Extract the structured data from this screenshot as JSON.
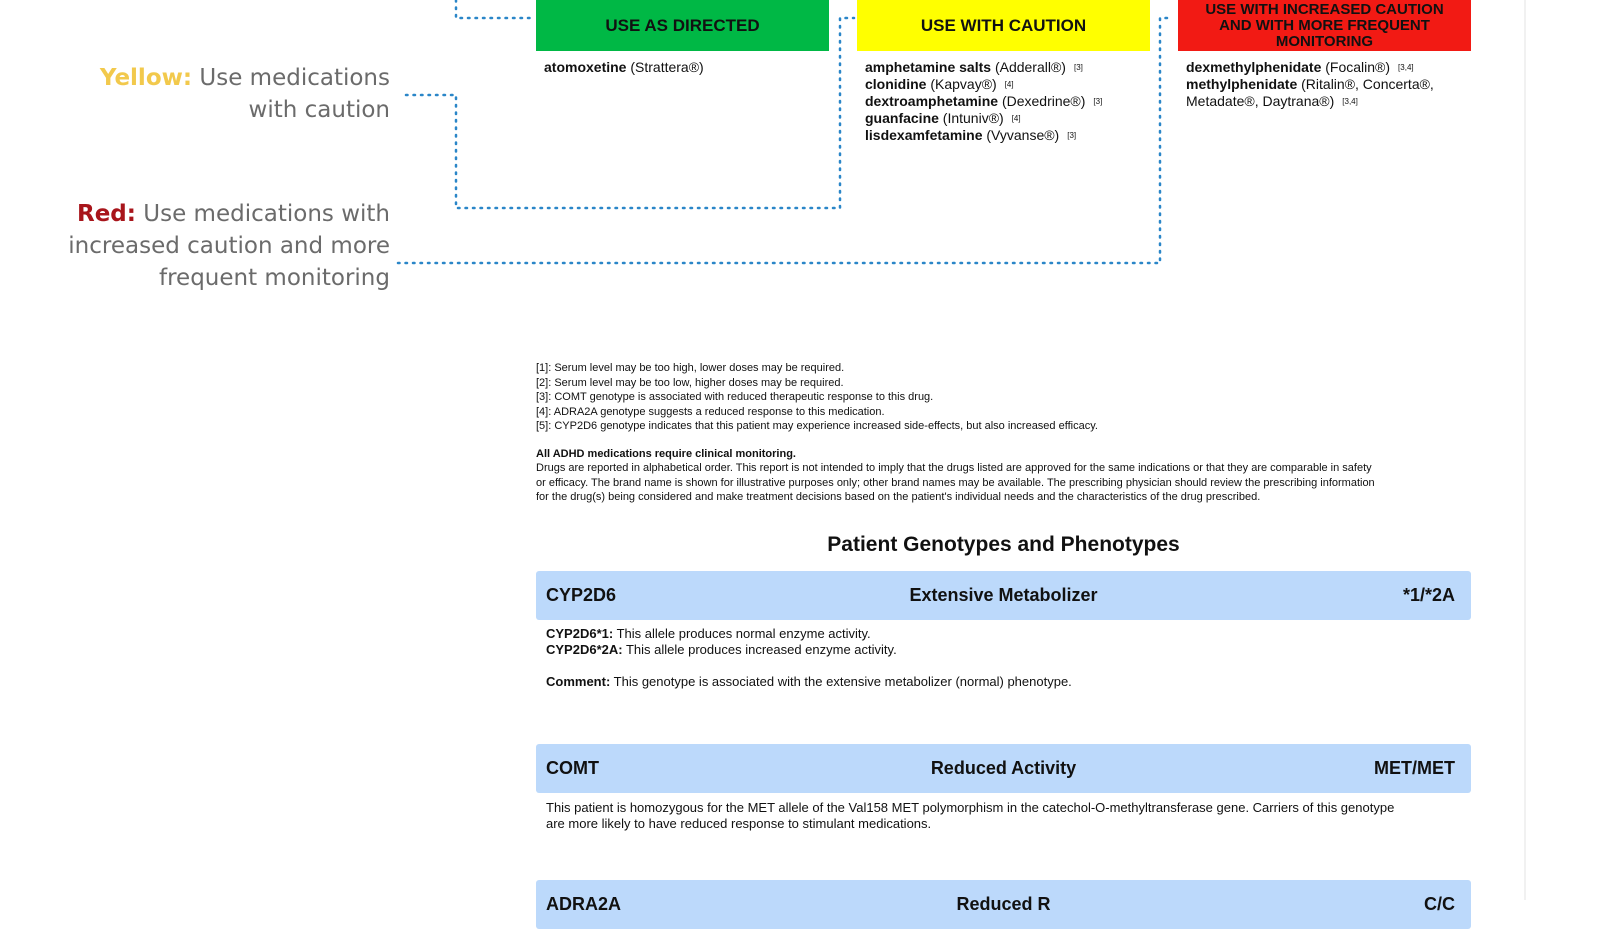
{
  "legend": {
    "yellow_label": "Yellow:",
    "yellow_text_1": "Use medications",
    "yellow_text_2": "with caution",
    "red_label": "Red:",
    "red_text_1": "Use medications with",
    "red_text_2": "increased caution and more",
    "red_text_3": "frequent monitoring"
  },
  "categories": {
    "green": {
      "title": "USE AS DIRECTED",
      "color": "#00b845",
      "drugs": [
        {
          "name": "atomoxetine",
          "brand": "(Strattera®)",
          "ref": ""
        }
      ]
    },
    "yellow": {
      "title": "USE WITH CAUTION",
      "color": "#ffff00",
      "drugs": [
        {
          "name": "amphetamine salts",
          "brand": "(Adderall®)",
          "ref": "[3]"
        },
        {
          "name": "clonidine",
          "brand": "(Kapvay®)",
          "ref": "[4]"
        },
        {
          "name": "dextroamphetamine",
          "brand": "(Dexedrine®)",
          "ref": "[3]"
        },
        {
          "name": "guanfacine",
          "brand": "(Intuniv®)",
          "ref": "[4]"
        },
        {
          "name": "lisdexamfetamine",
          "brand": "(Vyvanse®)",
          "ref": "[3]"
        }
      ]
    },
    "red": {
      "title_1": "USE WITH INCREASED CAUTION",
      "title_2": "AND WITH MORE FREQUENT",
      "title_3": "MONITORING",
      "color": "#f21a14",
      "drugs": [
        {
          "name": "dexmethylphenidate",
          "brand": "(Focalin®)",
          "ref": "[3,4]"
        },
        {
          "name": "methylphenidate",
          "brand": "(Ritalin®, Concerta®,",
          "brand2": "Metadate®, Daytrana®)",
          "ref": "[3,4]"
        }
      ]
    }
  },
  "footnotes": [
    "[1]: Serum level may be too high, lower doses may be required.",
    "[2]: Serum level may be too low, higher doses may be required.",
    "[3]: COMT genotype is associated with reduced therapeutic response to this drug.",
    "[4]: ADRA2A genotype suggests a reduced response to this medication.",
    "[5]: CYP2D6 genotype indicates that this patient may experience increased side-effects, but also increased efficacy."
  ],
  "monitoring_note": "All ADHD medications require clinical monitoring.",
  "disclaimer_1": "Drugs are reported in alphabetical order.  This report is not intended to imply that the drugs listed are approved for the same indications or that they are comparable in safety",
  "disclaimer_2": "or efficacy.  The brand name is shown for illustrative purposes only; other brand names may be available.  The prescribing physician should review the prescribing information",
  "disclaimer_3": "for the drug(s) being considered and make treatment decisions based on the patient's individual needs and the characteristics of the drug prescribed.",
  "section_title": "Patient Genotypes and Phenotypes",
  "genes": [
    {
      "gene": "CYP2D6",
      "phenotype": "Extensive Metabolizer",
      "genotype": "*1/*2A",
      "line1_label": "CYP2D6*1:",
      "line1_text": " This allele produces normal enzyme activity.",
      "line2_label": "CYP2D6*2A:",
      "line2_text": " This allele produces increased enzyme activity.",
      "comment_label": "Comment:",
      "comment_text": " This genotype is associated with the extensive metabolizer (normal) phenotype."
    },
    {
      "gene": "COMT",
      "phenotype": "Reduced Activity",
      "genotype": "MET/MET",
      "text_1": "This patient is homozygous for the MET allele of the Val158 MET polymorphism in the catechol-O-methyltransferase gene. Carriers of this genotype",
      "text_2": "are more likely to have reduced response to stimulant medications."
    },
    {
      "gene": "ADRA2A",
      "phenotype": "Reduced R",
      "genotype": "C/C"
    }
  ]
}
